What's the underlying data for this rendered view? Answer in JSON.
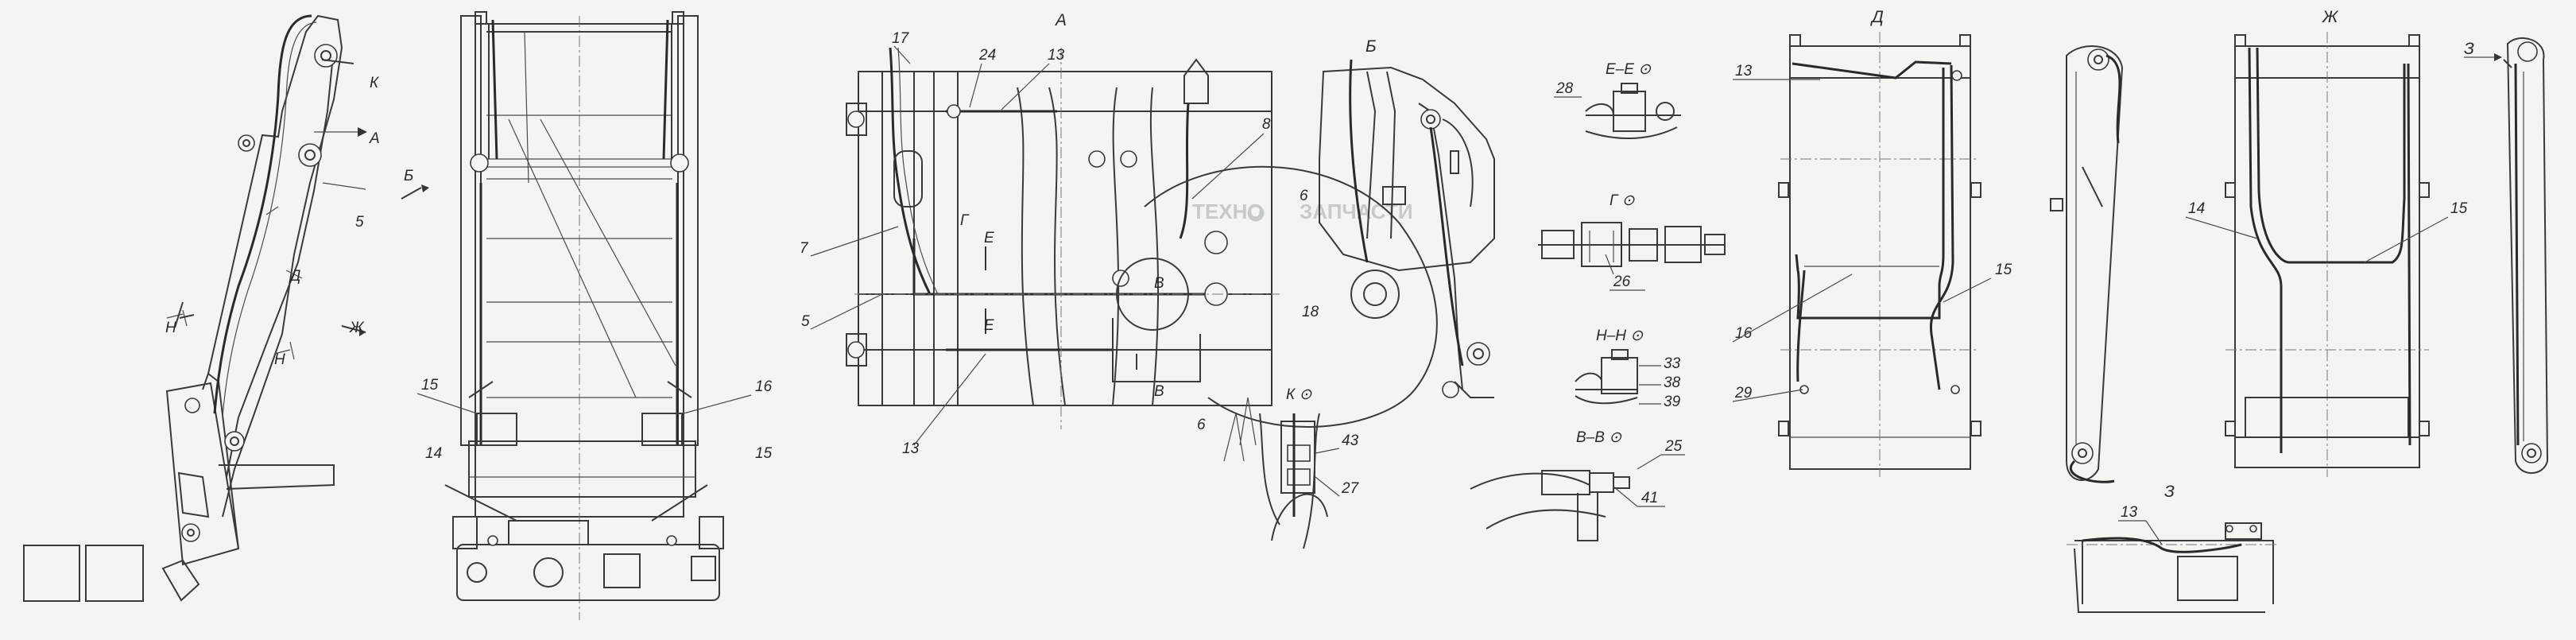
{
  "watermark": {
    "line1": "ТЕХНО",
    "line2": "ЗАПЧАСТИ"
  },
  "view_labels": {
    "a_top": "А",
    "a_side": "А",
    "b_side": "Б",
    "b_top": "Б",
    "d_top": "Д",
    "d_side": "Д",
    "zh_top": "Ж",
    "zh_side": "Ж",
    "z_top": "З",
    "z_bottom": "З",
    "k_side": "К",
    "k_sec": "К ⊙",
    "n1": "Н",
    "n2": "Н",
    "g_detail": "Г",
    "g_sec": "Г ⊙",
    "v1": "В",
    "v2": "В",
    "e1": "Е",
    "e2": "Е",
    "ee_sec": "Е–Е ⊙",
    "nn_sec": "Н–Н ⊙",
    "vv_sec": "В–В ⊙"
  },
  "callouts": {
    "c5a": "5",
    "c15a": "15",
    "c16a": "16",
    "c14a": "14",
    "c15b": "15",
    "c17": "17",
    "c24": "24",
    "c13a": "13",
    "c7": "7",
    "c5b": "5",
    "c13b": "13",
    "c8": "8",
    "c6a": "6",
    "c18": "18",
    "c6b": "6",
    "c43": "43",
    "c27": "27",
    "c28": "28",
    "c26": "26",
    "c33": "33",
    "c38": "38",
    "c39": "39",
    "c25": "25",
    "c41": "41",
    "c13c": "13",
    "c16b": "16",
    "c15c": "15",
    "c29": "29",
    "c14b": "14",
    "c15d": "15",
    "c13d": "13"
  }
}
